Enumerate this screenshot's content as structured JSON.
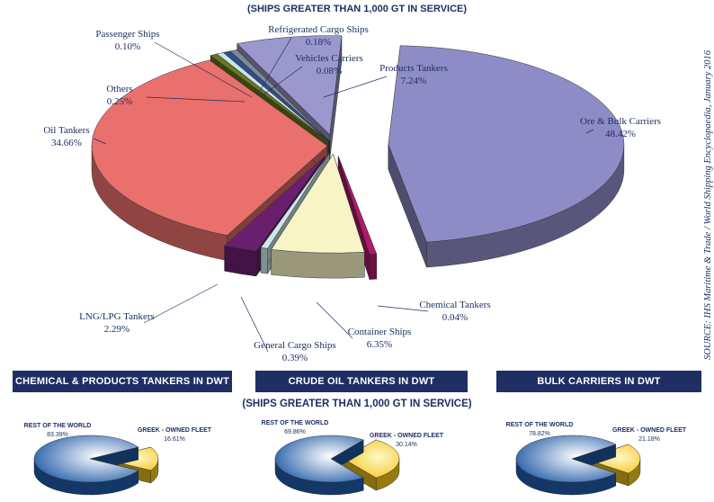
{
  "header_top": "(SHIPS GREATER THAN 1,000 GT IN SERVICE)",
  "header_mid": "(SHIPS GREATER THAN 1,000 GT IN SERVICE)",
  "source": "SOURCE: IHS Maritime & Trade / World Shipping Encyclopaedia, January 2016",
  "bands": [
    "CHEMICAL & PRODUCTS TANKERS IN DWT",
    "CRUDE OIL TANKERS IN DWT",
    "BULK CARRIERS IN DWT"
  ],
  "colors": {
    "Ore & Bulk Carriers": "#8e8cc6",
    "Chemical Tankers": "#b2186b",
    "Container Ships": "#f7f5c6",
    "General Cargo Ships": "#cfe7ea",
    "LNG/LPG Tankers": "#6a1f6e",
    "Oil Tankers": "#e9706c",
    "Others": "#6c7a1c",
    "Passenger Ships": "#c9e3ea",
    "Refrigerated Cargo Ships": "#2d4f8c",
    "Vehicles Carriers": "#7e8a9e",
    "Products Tankers": "#9a98cc",
    "rest": "#1f5aa6",
    "greek": "#f2c51a"
  },
  "chart_data": [
    {
      "type": "pie",
      "title": "",
      "series": [
        {
          "labels": [
            "Ore & Bulk Carriers",
            "Chemical Tankers",
            "Container Ships",
            "General Cargo Ships",
            "LNG/LPG Tankers",
            "Oil Tankers",
            "Others",
            "Passenger Ships",
            "Refrigerated Cargo Ships",
            "Vehicles Carriers",
            "Products Tankers"
          ],
          "values": [
            48.42,
            0.04,
            6.35,
            0.39,
            2.29,
            34.66,
            0.25,
            0.1,
            0.18,
            0.08,
            7.24
          ],
          "value_labels": [
            "48.42%",
            "0.04%",
            "6.35%",
            "0.39%",
            "2.29%",
            "34.66%",
            "0.25%",
            "0.10%",
            "0.18%",
            "0.08%",
            "7.24%"
          ]
        }
      ]
    },
    {
      "type": "pie",
      "title": "CHEMICAL & PRODUCTS TANKERS IN DWT",
      "series": [
        {
          "labels": [
            "REST OF THE WORLD",
            "GREEK - OWNED FLEET"
          ],
          "values": [
            83.39,
            16.61
          ],
          "value_labels": [
            "83.39%",
            "16.61%"
          ]
        }
      ]
    },
    {
      "type": "pie",
      "title": "CRUDE OIL TANKERS IN DWT",
      "series": [
        {
          "labels": [
            "REST OF THE WORLD",
            "GREEK - OWNED FLEET"
          ],
          "values": [
            69.86,
            30.14
          ],
          "value_labels": [
            "69.86%",
            "30.14%"
          ]
        }
      ]
    },
    {
      "type": "pie",
      "title": "BULK CARRIERS IN DWT",
      "series": [
        {
          "labels": [
            "REST OF THE WORLD",
            "GREEK - OWNED FLEET"
          ],
          "values": [
            78.82,
            21.18
          ],
          "value_labels": [
            "78.82%",
            "21.18%"
          ]
        }
      ]
    }
  ]
}
